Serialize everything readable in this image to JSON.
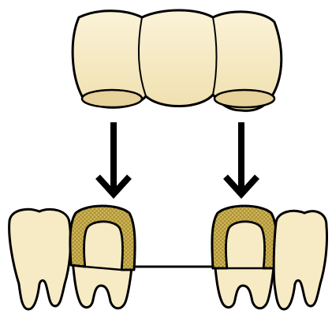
{
  "illustration": {
    "subject": "dental-bridge-placement",
    "colors": {
      "tooth_fill": "#f6ebc4",
      "tooth_shade": "#e6d29a",
      "outline": "#000000",
      "prep_core": "#d4b85a",
      "prep_pattern": "#a08a30",
      "arrow": "#000000"
    },
    "parts": {
      "bridge_unit_count": 3,
      "abutment_count": 2,
      "neighbor_tooth_count": 2,
      "arrow_count": 2
    }
  }
}
